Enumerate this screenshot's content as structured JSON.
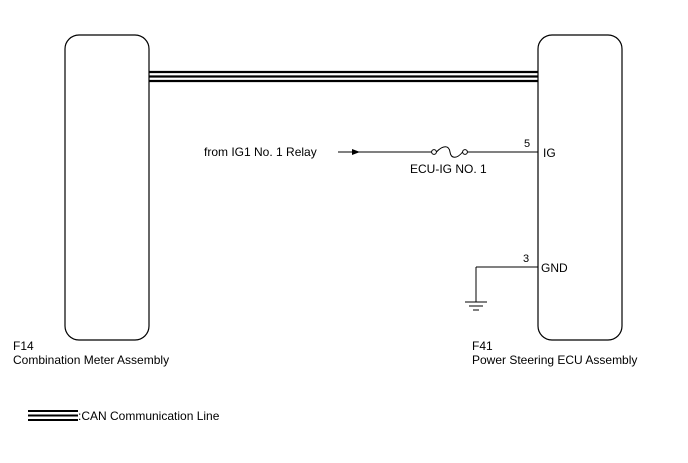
{
  "components": {
    "left": {
      "code": "F14",
      "name": "Combination Meter Assembly"
    },
    "right": {
      "code": "F41",
      "name": "Power Steering ECU Assembly"
    }
  },
  "source": {
    "label": "from IG1 No. 1 Relay"
  },
  "fuse": {
    "label": "ECU-IG NO. 1"
  },
  "pins": {
    "ig": {
      "number": "5",
      "name": "IG"
    },
    "gnd": {
      "number": "3",
      "name": "GND"
    }
  },
  "legend": {
    "label": ":CAN Communication Line"
  }
}
